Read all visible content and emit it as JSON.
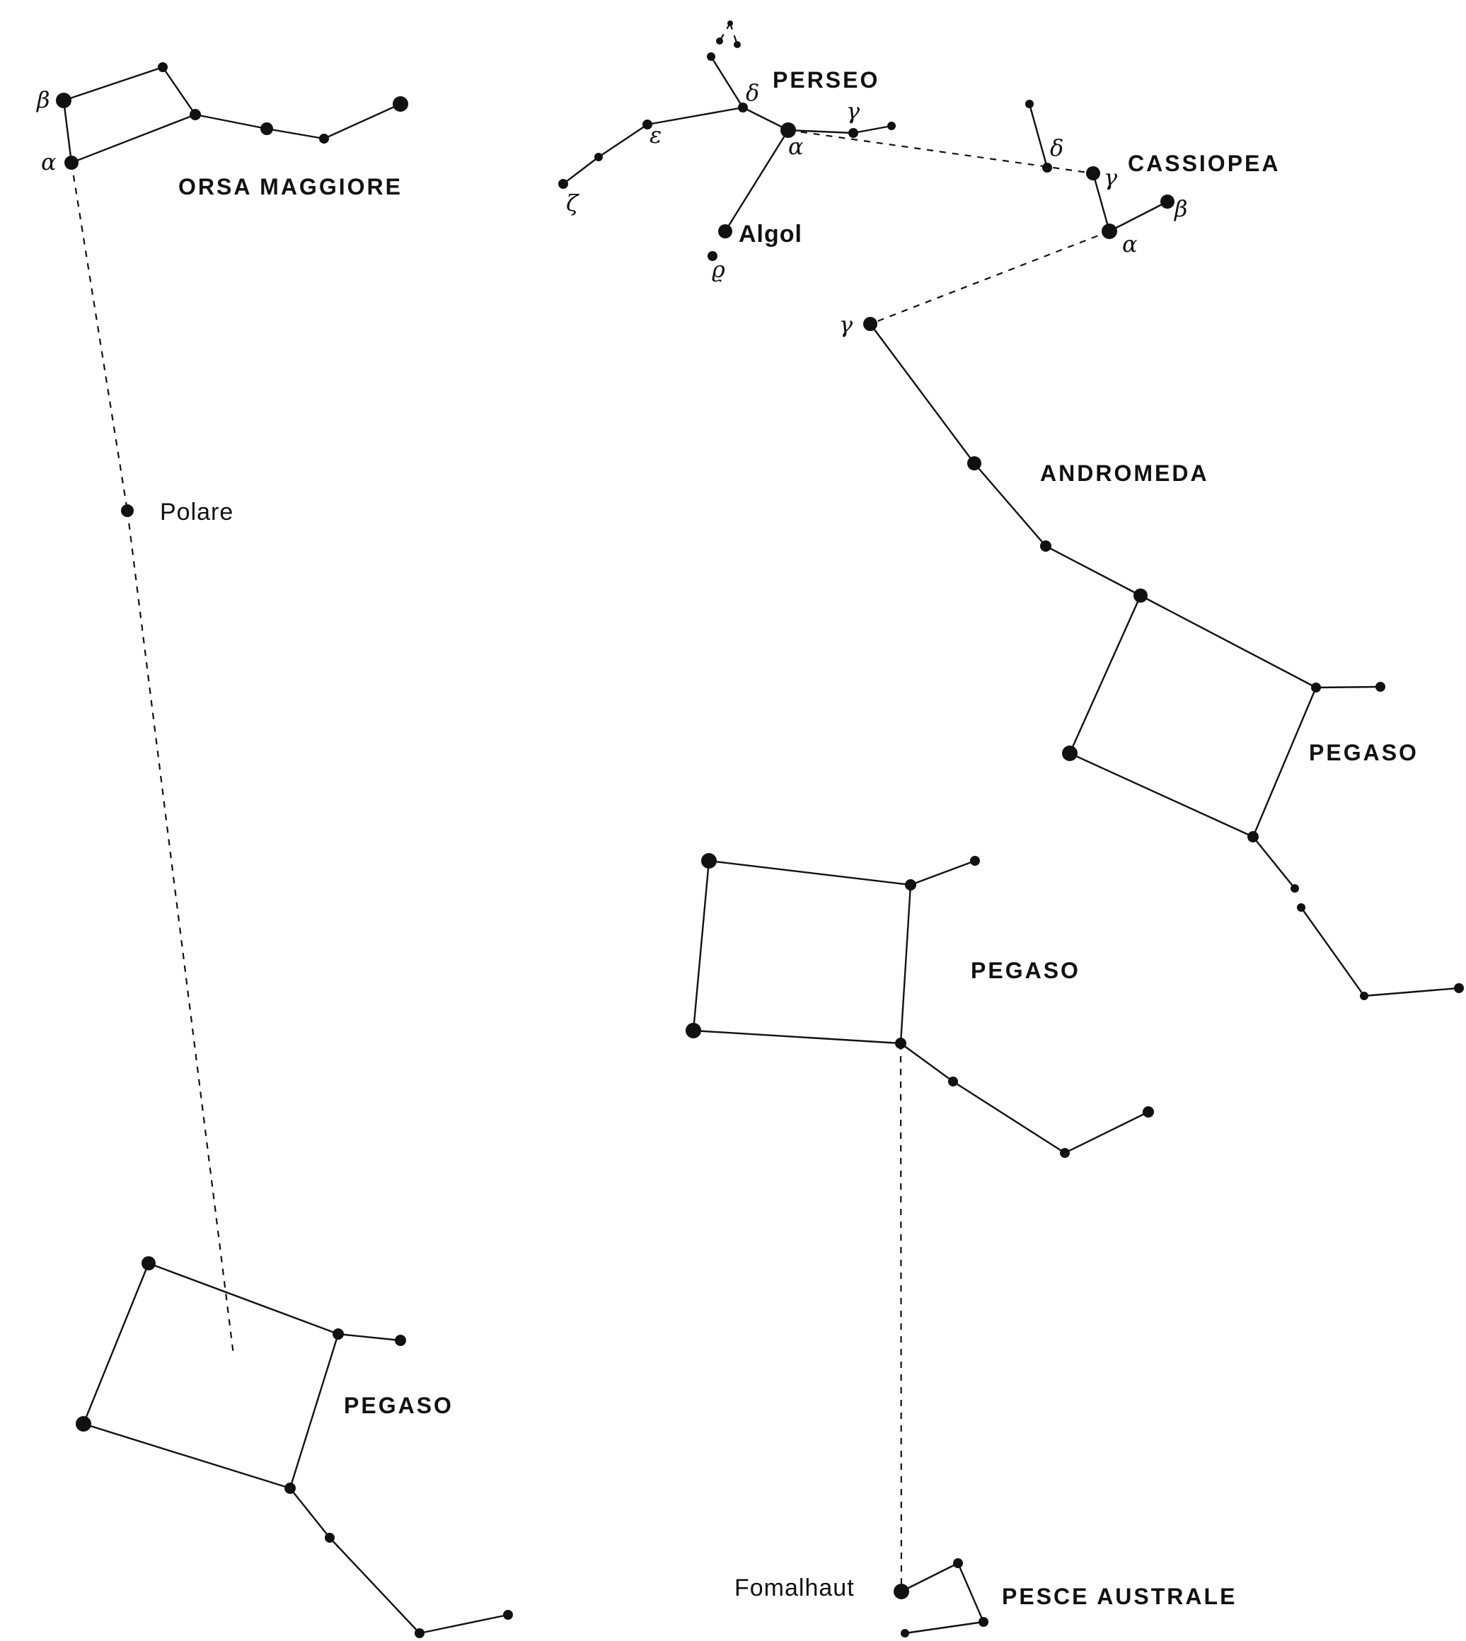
{
  "figure": {
    "constellations": {
      "orsa_maggiore": "ORSA MAGGIORE",
      "perseo": "PERSEO",
      "cassiopea": "CASSIOPEA",
      "andromeda": "ANDROMEDA",
      "pegaso": "PEGASO",
      "pesce_australe": "PESCE AUSTRALE"
    },
    "stars": {
      "polare": "Polare",
      "algol": "Algol",
      "fomalhaut": "Fomalhaut"
    },
    "greek": {
      "alpha": "α",
      "beta": "β",
      "gamma": "γ",
      "delta": "δ",
      "epsilon": "ε",
      "zeta": "ζ",
      "rho": "ϱ"
    }
  }
}
